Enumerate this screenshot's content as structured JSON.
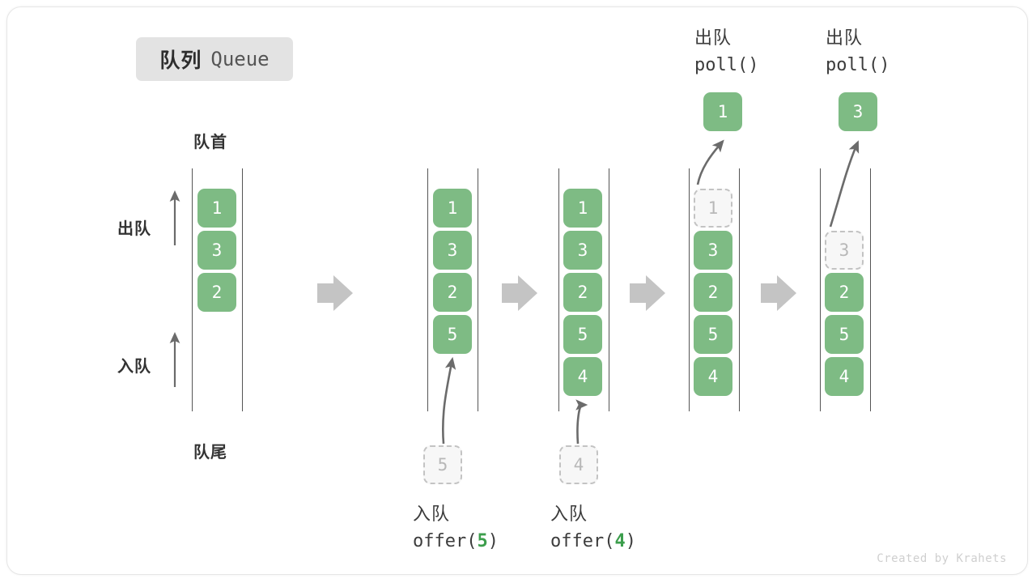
{
  "title": {
    "cn": "队列",
    "en": "Queue"
  },
  "labels": {
    "head": "队首",
    "tail": "队尾",
    "dequeue": "出队",
    "enqueue": "入队"
  },
  "watermark": "Created by Krahets",
  "colors": {
    "cell_fill": "#7ebb84",
    "cell_text": "#ffffff",
    "ghost_fill": "#f7f7f7",
    "ghost_border": "#c3c3c3",
    "ghost_text": "#b8b8b8",
    "rail": "#555555",
    "arrow": "#6b6b6b",
    "step_arrow": "#c4c4c4",
    "badge_bg": "#e3e3e3",
    "accent_green": "#3c9e4c"
  },
  "steps": [
    {
      "id": "initial",
      "op_cn": "",
      "op_code": "",
      "cells": [
        "1",
        "3",
        "2"
      ],
      "ghost_index": -1,
      "popped": null,
      "input": null
    },
    {
      "id": "offer-5",
      "op_cn": "入队",
      "op_code_prefix": "offer(",
      "op_code_arg": "5",
      "op_code_suffix": ")",
      "cells": [
        "1",
        "3",
        "2",
        "5"
      ],
      "ghost_index": -1,
      "popped": null,
      "input": "5"
    },
    {
      "id": "offer-4",
      "op_cn": "入队",
      "op_code_prefix": "offer(",
      "op_code_arg": "4",
      "op_code_suffix": ")",
      "cells": [
        "1",
        "3",
        "2",
        "5",
        "4"
      ],
      "ghost_index": -1,
      "popped": null,
      "input": "4"
    },
    {
      "id": "poll-1",
      "op_cn": "出队",
      "op_code_prefix": "poll(",
      "op_code_arg": "",
      "op_code_suffix": ")",
      "cells": [
        "1",
        "3",
        "2",
        "5",
        "4"
      ],
      "ghost_index": 0,
      "popped": "1",
      "input": null
    },
    {
      "id": "poll-3",
      "op_cn": "出队",
      "op_code_prefix": "poll(",
      "op_code_arg": "",
      "op_code_suffix": ")",
      "cells": [
        "3",
        "2",
        "5",
        "4"
      ],
      "ghost_index": 0,
      "popped": "3",
      "input": null
    }
  ],
  "step_arrows": 4
}
